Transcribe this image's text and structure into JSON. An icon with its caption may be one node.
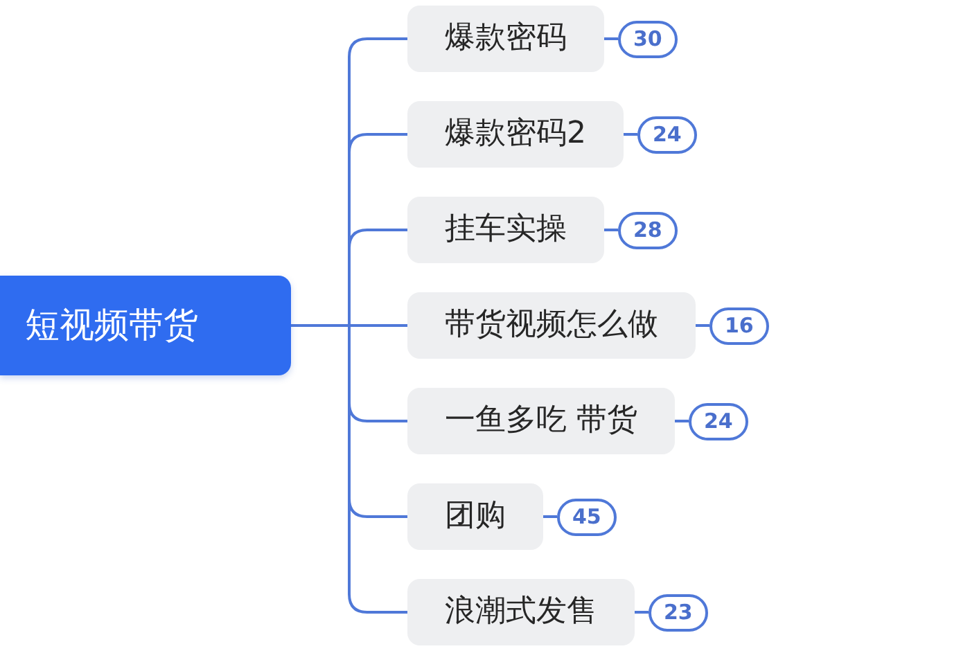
{
  "diagram": {
    "nodes": [
      {
        "text": [
          "短视频带货"
        ]
      },
      {
        "text": [
          "爆款密码"
        ]
      },
      {
        "text": [
          "30"
        ]
      },
      {
        "text": [
          "爆款密码2"
        ]
      },
      {
        "text": [
          "24"
        ]
      },
      {
        "text": [
          "挂车实操"
        ]
      },
      {
        "text": [
          "28"
        ]
      },
      {
        "text": [
          "带货视频怎么做"
        ]
      },
      {
        "text": [
          "16"
        ]
      },
      {
        "text": [
          "一鱼多吃 带货"
        ]
      },
      {
        "text": [
          "24"
        ]
      },
      {
        "text": [
          "团购"
        ]
      },
      {
        "text": [
          "45"
        ]
      },
      {
        "text": [
          "浪潮式发售"
        ]
      },
      {
        "text": [
          "23"
        ]
      }
    ],
    "edges": [
      {
        "from": 0,
        "to": 1,
        "arrow": "none"
      },
      {
        "from": 0,
        "to": 3,
        "arrow": "none"
      },
      {
        "from": 0,
        "to": 5,
        "arrow": "none"
      },
      {
        "from": 0,
        "to": 7,
        "arrow": "none"
      },
      {
        "from": 0,
        "to": 9,
        "arrow": "none"
      },
      {
        "from": 0,
        "to": 11,
        "arrow": "none"
      },
      {
        "from": 0,
        "to": 13,
        "arrow": "none"
      },
      {
        "from": 1,
        "to": 2,
        "arrow": "none"
      },
      {
        "from": 3,
        "to": 4,
        "arrow": "none"
      },
      {
        "from": 5,
        "to": 6,
        "arrow": "none"
      },
      {
        "from": 7,
        "to": 8,
        "arrow": "none"
      },
      {
        "from": 9,
        "to": 10,
        "arrow": "none"
      },
      {
        "from": 11,
        "to": 12,
        "arrow": "none"
      },
      {
        "from": 13,
        "to": 14,
        "arrow": "none"
      }
    ]
  }
}
